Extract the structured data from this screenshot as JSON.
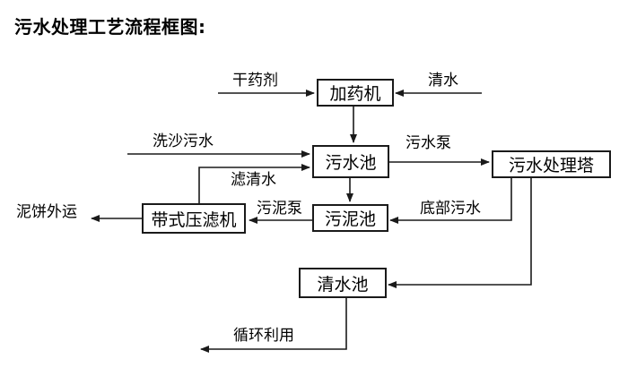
{
  "title": "污水处理工艺流程框图:",
  "nodes": {
    "dosing_machine": {
      "label": "加药机"
    },
    "sewage_pool": {
      "label": "污水池"
    },
    "treatment_tower": {
      "label": "污水处理塔"
    },
    "sludge_pool": {
      "label": "污泥池"
    },
    "belt_filter_press": {
      "label": "带式压滤机"
    },
    "clean_water_pool": {
      "label": "清水池"
    }
  },
  "flows": {
    "dry_chemical": {
      "label": "干药剂"
    },
    "clean_water": {
      "label": "清水"
    },
    "sand_washing_sewage": {
      "label": "洗沙污水"
    },
    "sewage_pump": {
      "label": "污水泵"
    },
    "filtered_water": {
      "label": "滤清水"
    },
    "sludge_pump": {
      "label": "污泥泵"
    },
    "bottom_sewage": {
      "label": "底部污水"
    },
    "mud_cake_transport": {
      "label": "泥饼外运"
    },
    "recycling": {
      "label": "循环利用"
    }
  },
  "colors": {
    "background": "#ffffff",
    "line": "#1a1a1a",
    "box_border": "#1a1a1a",
    "text": "#000000"
  }
}
